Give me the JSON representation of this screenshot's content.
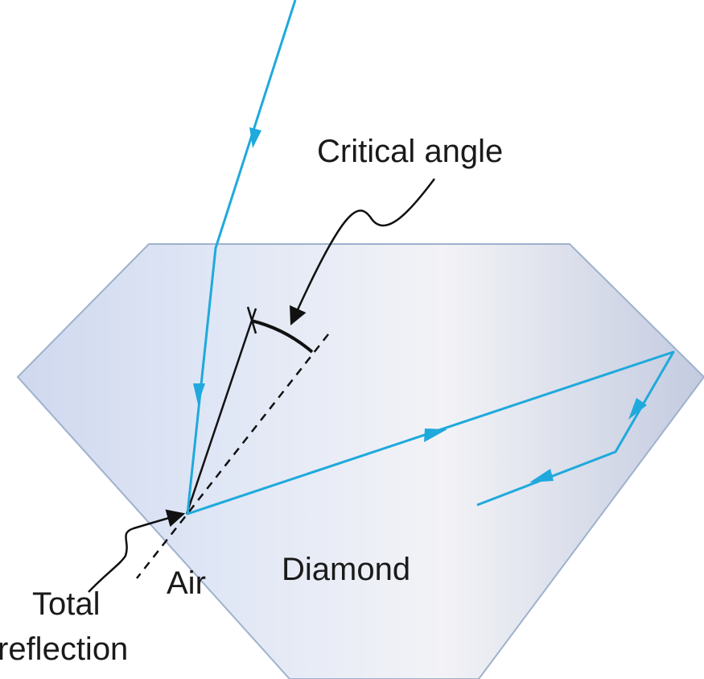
{
  "labels": {
    "critical_angle": "Critical angle",
    "total_reflection_line1": "Total",
    "total_reflection_line2": "reflection",
    "air": "Air",
    "diamond": "Diamond"
  },
  "colors": {
    "ray": "#1fa9dc",
    "diamond_outline": "#9fb1cd",
    "diamond_fill_left": "#dde6f6",
    "diamond_fill_mid": "#f1f2f6",
    "diamond_fill_right": "#c8cfe3",
    "annotation": "#111111"
  }
}
